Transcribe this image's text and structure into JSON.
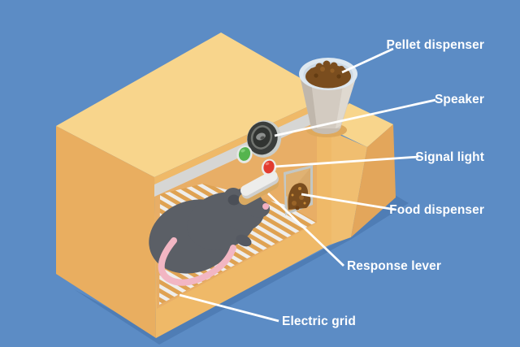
{
  "figure": {
    "labels": {
      "pellet_dispenser": "Pellet dispenser",
      "speaker": "Speaker",
      "signal_light": "Signal light",
      "food_dispenser": "Food dispenser",
      "response_lever": "Response lever",
      "electric_grid": "Electric grid"
    }
  },
  "colors": {
    "background": "#5C8CC5",
    "shadow": "#4F7DB5",
    "box_top": "#F8D58C",
    "box_left": "#E9AE60",
    "box_front": "#EFB968",
    "box_lower_front": "#F0BE70",
    "box_lower_right": "#E3A65B",
    "interior_wall": "#E8AE66",
    "interior_ceiling": "#D6D6D4",
    "grid_base": "#EFEEEC",
    "grid_stripe": "#DFA252",
    "rat_body": "#5B5F66",
    "rat_tail": "#F2B6C3",
    "signal_light_red": "#E23B30",
    "ready_light_green": "#55B44E",
    "pellets_brown": "#7A4D1E",
    "label_text": "#FFFFFF",
    "callout_line": "#FFFFFF"
  }
}
